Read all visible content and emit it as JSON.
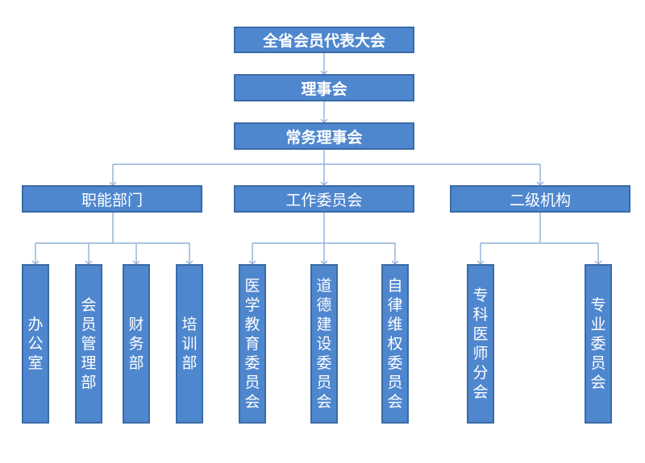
{
  "nodes": {
    "congress": "全省会员代表大会",
    "council": "理事会",
    "standing_council": "常务理事会",
    "functional_depts": "职能部门",
    "working_committees": "工作委员会",
    "secondary_orgs": "二级机构",
    "office": "办公室",
    "membership_dept": "会员管理部",
    "finance_dept": "财务部",
    "training_dept": "培训部",
    "med_edu_committee": "医学教育委员会",
    "ethics_committee": "道德建设委员会",
    "self_discipline_committee": "自律维权委员会",
    "specialist_branch": "专科医师分会",
    "specialty_committee": "专业委员会"
  },
  "colors": {
    "box_fill": "#4f87cf",
    "box_border": "#3a6aa6",
    "connector": "#8fb0d8"
  }
}
